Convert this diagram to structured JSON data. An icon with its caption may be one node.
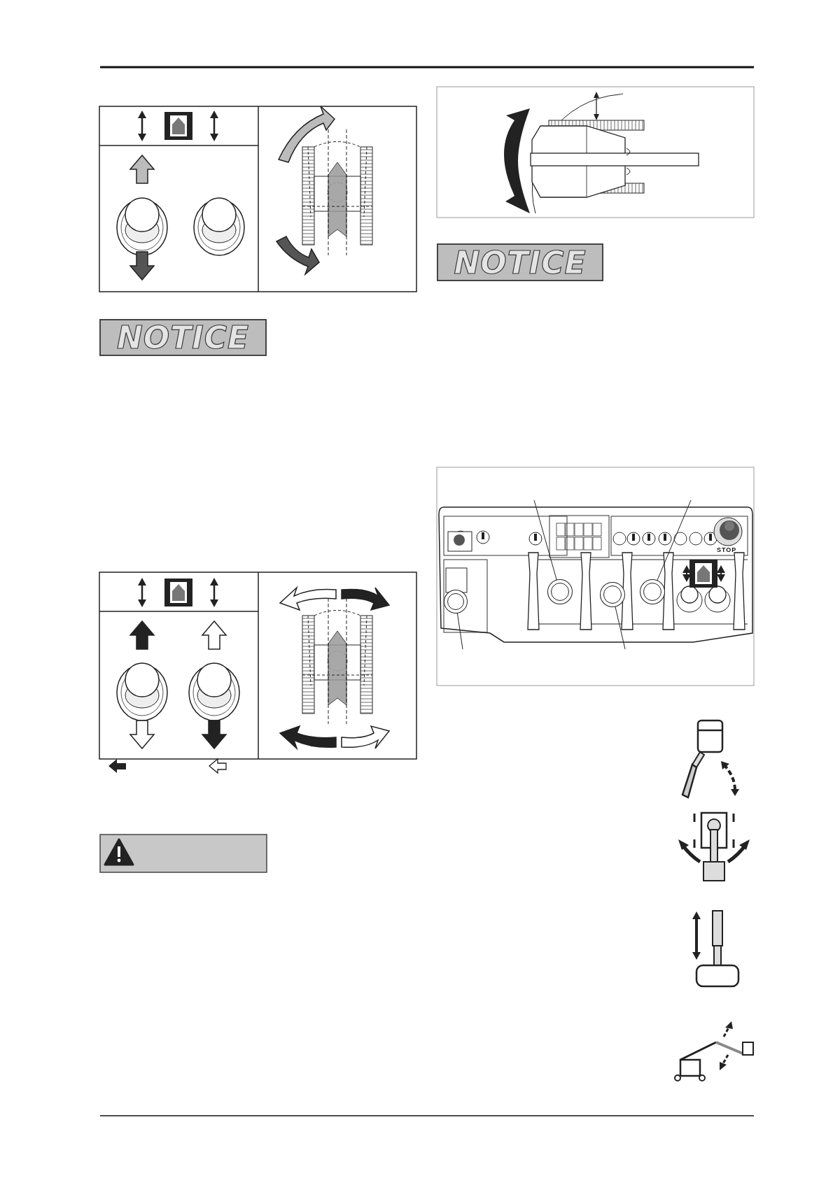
{
  "diagram": {
    "nodes": [
      {
        "text": [
          "NOTICE"
        ]
      },
      {
        "text": [
          "NOTICE"
        ]
      },
      {
        "text": [],
        "shape": "circle"
      },
      {
        "text": [],
        "shape": "circle"
      },
      {
        "text": [],
        "shape": "circle"
      },
      {
        "text": [],
        "shape": "circle"
      }
    ],
    "edges": [
      {
        "from": null,
        "to": 2,
        "arrow": "none"
      },
      {
        "from": null,
        "to": 3,
        "arrow": "none"
      },
      {
        "from": null,
        "to": 4,
        "arrow": "none"
      },
      {
        "from": null,
        "to": 5,
        "arrow": "none"
      }
    ],
    "labels": [
      "STOP"
    ]
  }
}
